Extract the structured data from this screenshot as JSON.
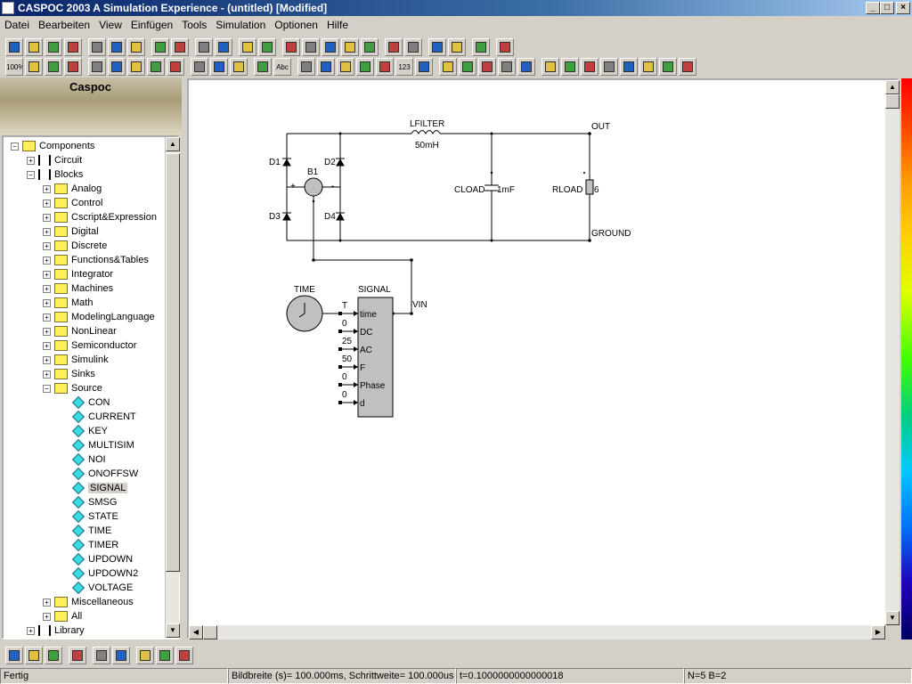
{
  "window": {
    "title": "CASPOC 2003 A Simulation Experience - (untitled) [Modified]",
    "controls": [
      "minimize",
      "maximize",
      "close"
    ]
  },
  "menu": [
    "Datei",
    "Bearbeiten",
    "View",
    "Einfügen",
    "Tools",
    "Simulation",
    "Optionen",
    "Hilfe"
  ],
  "toolbar1": [
    {
      "icon": "new-file-icon"
    },
    {
      "icon": "open-folder-icon"
    },
    {
      "icon": "save-icon"
    },
    {
      "icon": "print-icon"
    },
    {
      "icon": "cut-icon"
    },
    {
      "icon": "copy-icon"
    },
    {
      "icon": "paste-icon"
    },
    {
      "icon": "undo-icon"
    },
    {
      "icon": "redo-icon"
    },
    {
      "icon": "run-icon"
    },
    {
      "icon": "pause-icon"
    },
    {
      "icon": "wire-icon"
    },
    {
      "icon": "line-icon"
    },
    {
      "icon": "hand-icon"
    },
    {
      "icon": "scope-icon"
    },
    {
      "icon": "list-icon"
    },
    {
      "icon": "tree-list-icon"
    },
    {
      "icon": "align-icon"
    },
    {
      "icon": "arrow-right-icon"
    },
    {
      "icon": "arrow-merge-icon"
    },
    {
      "icon": "export-icon"
    },
    {
      "icon": "import-icon"
    },
    {
      "icon": "network-icon"
    },
    {
      "icon": "help-icon"
    }
  ],
  "toolbar2": [
    {
      "icon": "zoom-100-icon",
      "text": "100%"
    },
    {
      "icon": "zoom-fit-icon"
    },
    {
      "icon": "zoom-horizontal-icon"
    },
    {
      "icon": "zoom-vertical-icon"
    },
    {
      "icon": "node-icon"
    },
    {
      "icon": "resistor-icon"
    },
    {
      "icon": "block-icon"
    },
    {
      "icon": "split-icon"
    },
    {
      "icon": "probe-icon"
    },
    {
      "icon": "globe-icon"
    },
    {
      "icon": "globe-2-icon"
    },
    {
      "icon": "globe-3-icon"
    },
    {
      "icon": "pen-icon"
    },
    {
      "icon": "text-icon",
      "text": "Abc"
    },
    {
      "icon": "color-icon"
    },
    {
      "icon": "cross-icon"
    },
    {
      "icon": "arrows-icon"
    },
    {
      "icon": "arrows-2-icon"
    },
    {
      "icon": "stack-icon"
    },
    {
      "icon": "counter-icon",
      "text": "123"
    },
    {
      "icon": "diagonal-icon"
    },
    {
      "icon": "crosshair-icon"
    },
    {
      "icon": "grid-icon"
    },
    {
      "icon": "clock-icon"
    },
    {
      "icon": "fill-icon"
    },
    {
      "icon": "contrast-icon"
    },
    {
      "icon": "move-icon"
    },
    {
      "icon": "rotate-icon"
    },
    {
      "icon": "flip-icon"
    },
    {
      "icon": "sort-icon"
    },
    {
      "icon": "chip-icon"
    },
    {
      "icon": "chip-2-icon"
    },
    {
      "icon": "chip-3-icon"
    },
    {
      "icon": "table-icon"
    }
  ],
  "logo": {
    "text": "Caspoc"
  },
  "tree": [
    {
      "label": "Components",
      "level": 0,
      "expander": "−",
      "kind": "folder"
    },
    {
      "label": "Circuit",
      "level": 1,
      "expander": "+",
      "kind": "block"
    },
    {
      "label": "Blocks",
      "level": 1,
      "expander": "−",
      "kind": "block"
    },
    {
      "label": "Analog",
      "level": 2,
      "expander": "+",
      "kind": "folder"
    },
    {
      "label": "Control",
      "level": 2,
      "expander": "+",
      "kind": "folder"
    },
    {
      "label": "Cscript&Expression",
      "level": 2,
      "expander": "+",
      "kind": "folder"
    },
    {
      "label": "Digital",
      "level": 2,
      "expander": "+",
      "kind": "folder"
    },
    {
      "label": "Discrete",
      "level": 2,
      "expander": "+",
      "kind": "folder"
    },
    {
      "label": "Functions&Tables",
      "level": 2,
      "expander": "+",
      "kind": "folder"
    },
    {
      "label": "Integrator",
      "level": 2,
      "expander": "+",
      "kind": "folder"
    },
    {
      "label": "Machines",
      "level": 2,
      "expander": "+",
      "kind": "folder"
    },
    {
      "label": "Math",
      "level": 2,
      "expander": "+",
      "kind": "folder"
    },
    {
      "label": "ModelingLanguage",
      "level": 2,
      "expander": "+",
      "kind": "folder"
    },
    {
      "label": "NonLinear",
      "level": 2,
      "expander": "+",
      "kind": "folder"
    },
    {
      "label": "Semiconductor",
      "level": 2,
      "expander": "+",
      "kind": "folder"
    },
    {
      "label": "Simulink",
      "level": 2,
      "expander": "+",
      "kind": "folder"
    },
    {
      "label": "Sinks",
      "level": 2,
      "expander": "+",
      "kind": "folder"
    },
    {
      "label": "Source",
      "level": 2,
      "expander": "−",
      "kind": "folder"
    },
    {
      "label": "CON",
      "level": 3,
      "kind": "item"
    },
    {
      "label": "CURRENT",
      "level": 3,
      "kind": "item"
    },
    {
      "label": "KEY",
      "level": 3,
      "kind": "item"
    },
    {
      "label": "MULTISIM",
      "level": 3,
      "kind": "item"
    },
    {
      "label": "NOI",
      "level": 3,
      "kind": "item"
    },
    {
      "label": "ONOFFSW",
      "level": 3,
      "kind": "item"
    },
    {
      "label": "SIGNAL",
      "level": 3,
      "kind": "item",
      "selected": true
    },
    {
      "label": "SMSG",
      "level": 3,
      "kind": "item"
    },
    {
      "label": "STATE",
      "level": 3,
      "kind": "item"
    },
    {
      "label": "TIME",
      "level": 3,
      "kind": "item"
    },
    {
      "label": "TIMER",
      "level": 3,
      "kind": "item"
    },
    {
      "label": "UPDOWN",
      "level": 3,
      "kind": "item"
    },
    {
      "label": "UPDOWN2",
      "level": 3,
      "kind": "item"
    },
    {
      "label": "VOLTAGE",
      "level": 3,
      "kind": "item"
    },
    {
      "label": "Miscellaneous",
      "level": 2,
      "expander": "+",
      "kind": "folder"
    },
    {
      "label": "All",
      "level": 2,
      "expander": "+",
      "kind": "folder"
    },
    {
      "label": "Library",
      "level": 1,
      "expander": "+",
      "kind": "block"
    }
  ],
  "schematic": {
    "lfilter_label": "LFILTER",
    "lfilter_value": "50mH",
    "out_label": "OUT",
    "d1": "D1",
    "d2": "D2",
    "d3": "D3",
    "d4": "D4",
    "b1": "B1",
    "plus": "+",
    "minus": "-",
    "cload_label": "CLOAD",
    "cload_value": "1mF",
    "rload_label": "RLOAD",
    "rload_value": "6",
    "ground_label": "GROUND",
    "time_label": "TIME",
    "signal_label": "SIGNAL",
    "vin_label": "VIN",
    "signal_inputs": [
      {
        "value": "T",
        "port": "time"
      },
      {
        "value": "0",
        "port": "DC"
      },
      {
        "value": "25",
        "port": "AC"
      },
      {
        "value": "50",
        "port": "F"
      },
      {
        "value": "0",
        "port": "Phase"
      },
      {
        "value": "0",
        "port": "d"
      }
    ]
  },
  "bottom_toolbar": [
    {
      "icon": "component-icon"
    },
    {
      "icon": "hierarchy-icon"
    },
    {
      "icon": "ic-icon"
    },
    {
      "icon": "refresh-icon"
    },
    {
      "icon": "window-tile-icon"
    },
    {
      "icon": "window-cascade-icon"
    },
    {
      "icon": "picture-icon"
    },
    {
      "icon": "folder-picture-icon"
    },
    {
      "icon": "edit-picture-icon"
    }
  ],
  "status": {
    "left": "Fertig",
    "timing": "Bildbreite (s)= 100.000ms, Schrittweite= 100.000us",
    "time": "t=0.1000000000000018",
    "counts": "N=5 B=2"
  }
}
